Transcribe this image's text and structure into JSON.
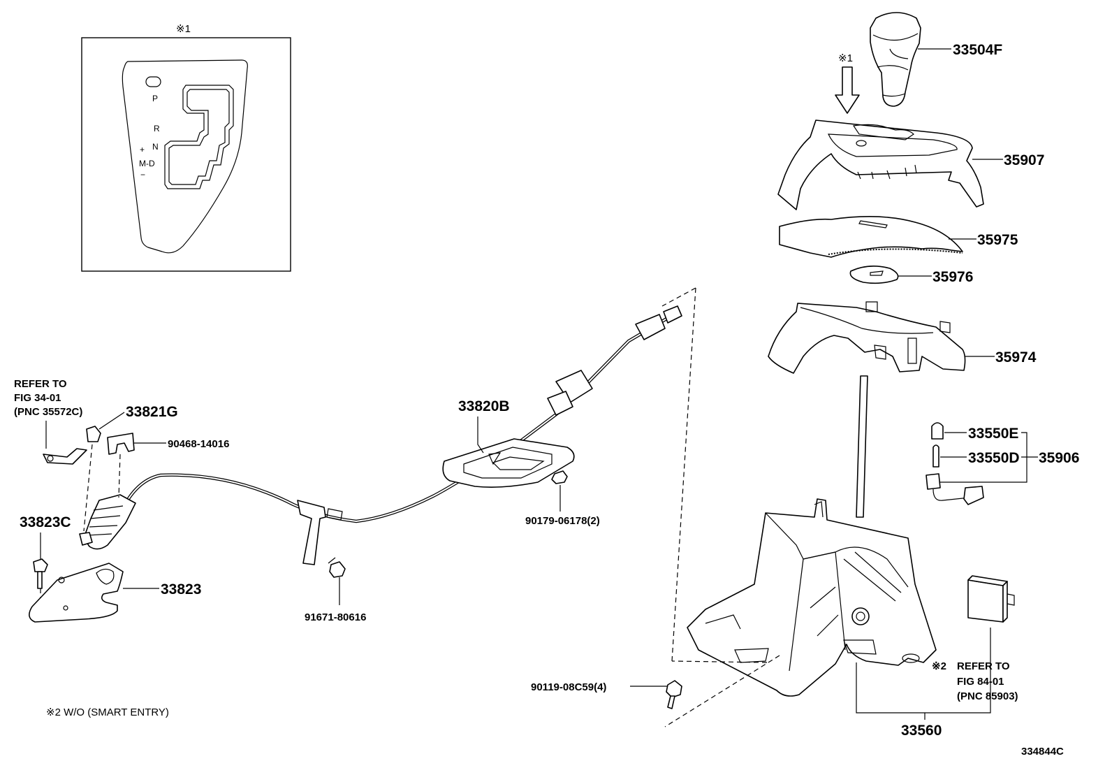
{
  "diagram": {
    "figure_code": "334844C",
    "footnote": "※2 W/O (SMART ENTRY)",
    "inset": {
      "mark": "※1",
      "gate_labels": {
        "p": "P",
        "r": "R",
        "n": "N",
        "plus": "+",
        "md": "M-D",
        "minus": "−"
      }
    },
    "arrow_mark": "※1",
    "parts": {
      "p33504F": "33504F",
      "p35907": "35907",
      "p35975": "35975",
      "p35976": "35976",
      "p35974": "35974",
      "p33550E": "33550E",
      "p33550D": "33550D",
      "p35906": "35906",
      "p33560": "33560",
      "p33820B": "33820B",
      "p90179": "90179-06178(2)",
      "p91671": "91671-80616",
      "p90119": "90119-08C59(4)",
      "p33821G": "33821G",
      "p90468": "90468-14016",
      "p33823C": "33823C",
      "p33823": "33823"
    },
    "refer_left": {
      "line1": "REFER TO",
      "line2": "FIG 34-01",
      "line3": "(PNC 35572C)"
    },
    "refer_right": {
      "mark": "※2",
      "line1": "REFER TO",
      "line2": "FIG 84-01",
      "line3": "(PNC 85903)"
    }
  }
}
